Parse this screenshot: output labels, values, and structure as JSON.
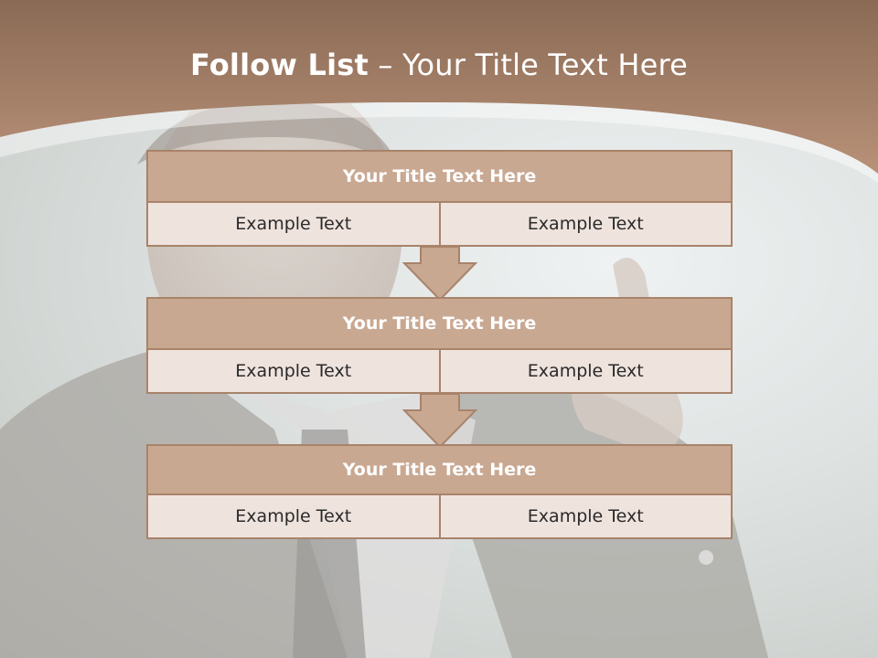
{
  "title": {
    "bold": "Follow List",
    "rest": " – Your Title Text Here"
  },
  "steps": [
    {
      "heading": "Your Title Text Here",
      "cells": [
        "Example Text",
        "Example Text"
      ]
    },
    {
      "heading": "Your Title Text Here",
      "cells": [
        "Example Text",
        "Example Text"
      ]
    },
    {
      "heading": "Your Title Text Here",
      "cells": [
        "Example Text",
        "Example Text"
      ]
    }
  ],
  "colors": {
    "header_brown": "#b08a72",
    "box_title_fill": "#c9a892",
    "box_cell_fill": "#efe3dd",
    "border": "#a8836a"
  }
}
